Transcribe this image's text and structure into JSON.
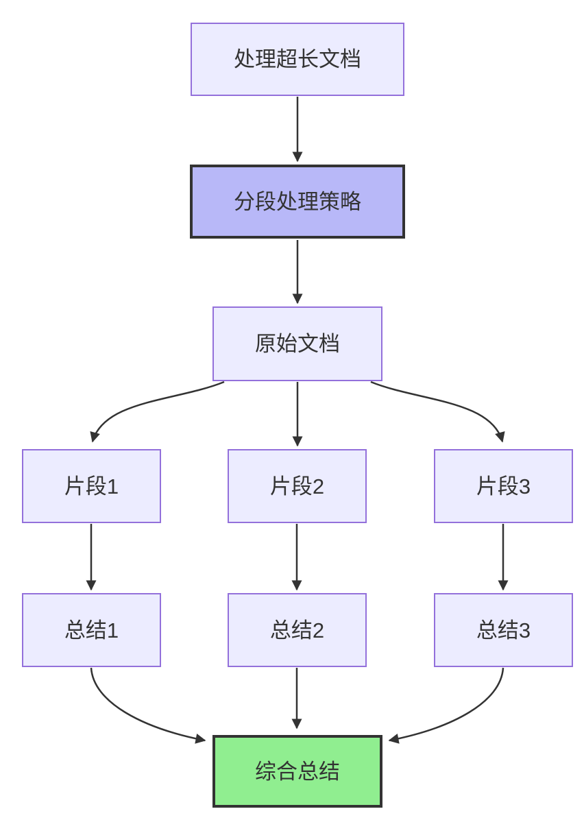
{
  "diagram": {
    "type": "flowchart",
    "direction": "top-down",
    "nodes": [
      {
        "id": "start",
        "label": "处理超长文档",
        "style": "default"
      },
      {
        "id": "strategy",
        "label": "分段处理策略",
        "style": "highlight-purple"
      },
      {
        "id": "doc",
        "label": "原始文档",
        "style": "default"
      },
      {
        "id": "frag1",
        "label": "片段1",
        "style": "default"
      },
      {
        "id": "frag2",
        "label": "片段2",
        "style": "default"
      },
      {
        "id": "frag3",
        "label": "片段3",
        "style": "default"
      },
      {
        "id": "sum1",
        "label": "总结1",
        "style": "default"
      },
      {
        "id": "sum2",
        "label": "总结2",
        "style": "default"
      },
      {
        "id": "sum3",
        "label": "总结3",
        "style": "default"
      },
      {
        "id": "final",
        "label": "综合总结",
        "style": "highlight-green"
      }
    ],
    "edges": [
      {
        "from": "start",
        "to": "strategy",
        "shape": "straight"
      },
      {
        "from": "strategy",
        "to": "doc",
        "shape": "straight"
      },
      {
        "from": "doc",
        "to": "frag1",
        "shape": "curved"
      },
      {
        "from": "doc",
        "to": "frag2",
        "shape": "straight"
      },
      {
        "from": "doc",
        "to": "frag3",
        "shape": "curved"
      },
      {
        "from": "frag1",
        "to": "sum1",
        "shape": "straight"
      },
      {
        "from": "frag2",
        "to": "sum2",
        "shape": "straight"
      },
      {
        "from": "frag3",
        "to": "sum3",
        "shape": "straight"
      },
      {
        "from": "sum1",
        "to": "final",
        "shape": "curved"
      },
      {
        "from": "sum2",
        "to": "final",
        "shape": "straight"
      },
      {
        "from": "sum3",
        "to": "final",
        "shape": "curved"
      }
    ],
    "colors": {
      "node_fill": "#ECECFF",
      "node_border": "#9370DB",
      "strategy_fill": "#b8b8f8",
      "strategy_border": "#333333",
      "final_fill": "#90EE90",
      "final_border": "#333333",
      "edge": "#333333",
      "text": "#333333",
      "background": "#ffffff"
    }
  }
}
